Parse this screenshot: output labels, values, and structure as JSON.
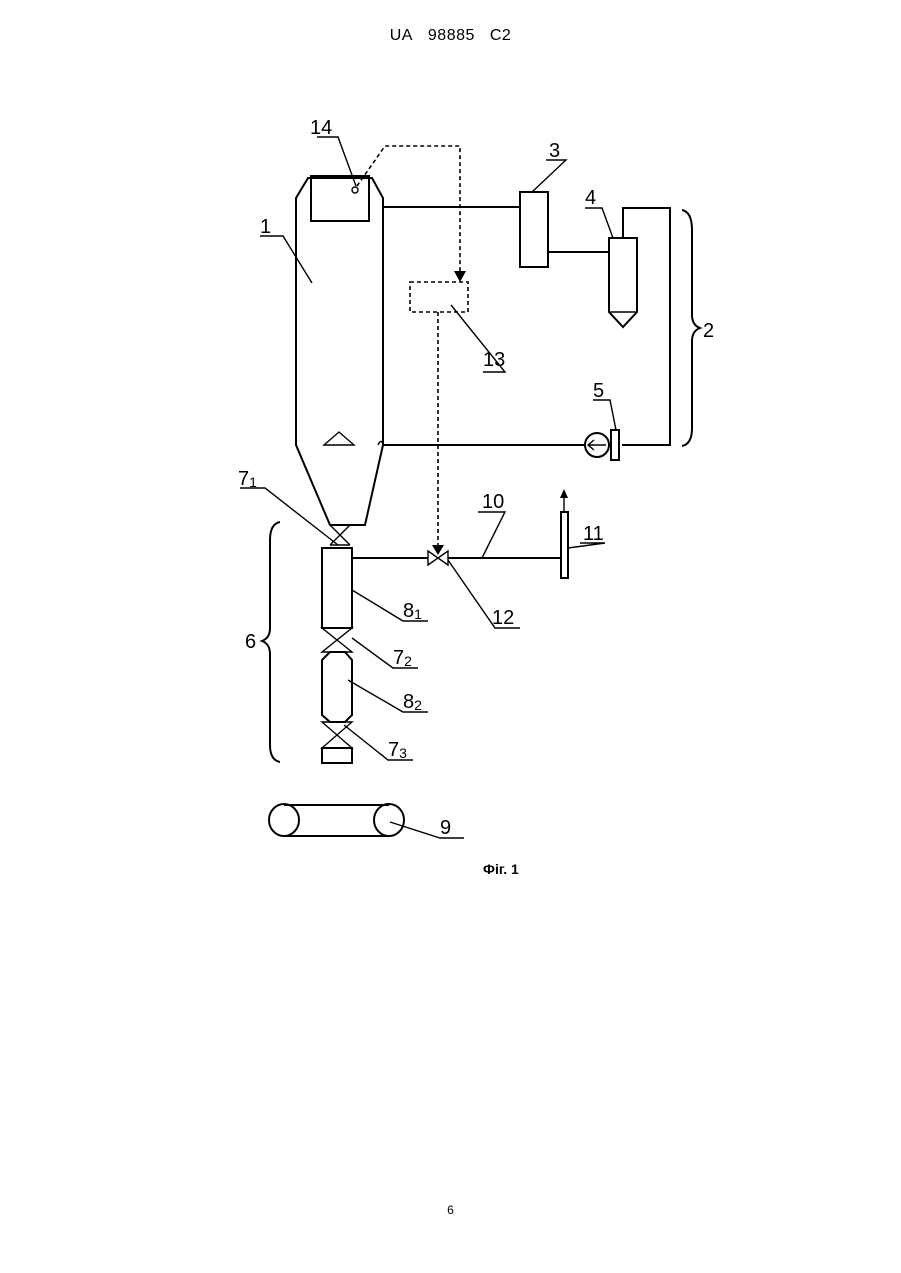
{
  "header": {
    "country": "UA",
    "number": "98885",
    "kind": "C2"
  },
  "figure": {
    "caption": "Фіг. 1",
    "labels": {
      "n1": "1",
      "n2": "2",
      "n3": "3",
      "n4": "4",
      "n5": "5",
      "n6": "6",
      "n7": "7",
      "n7_1": "1",
      "n7_2": "2",
      "n7_3": "3",
      "n8": "8",
      "n8_1": "1",
      "n8_2": "2",
      "n9": "9",
      "n10": "10",
      "n11": "11",
      "n12": "12",
      "n13": "13",
      "n14": "14"
    }
  },
  "page_number": "6"
}
